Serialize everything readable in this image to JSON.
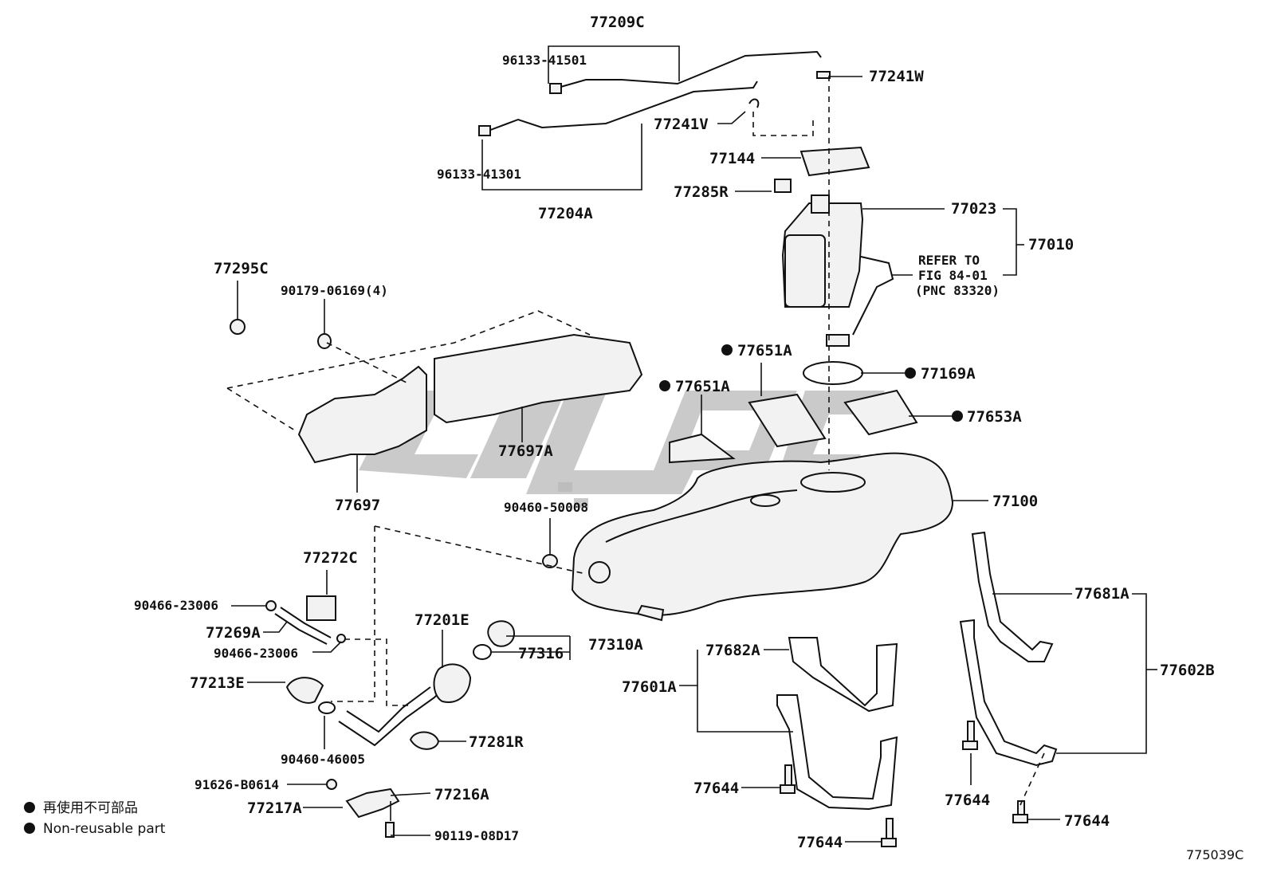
{
  "diagram": {
    "labels": {
      "l77209C": "77209C",
      "l96133_41501": "96133-41501",
      "l77241W": "77241W",
      "l77241V": "77241V",
      "l77144": "77144",
      "l96133_41301": "96133-41301",
      "l77285R": "77285R",
      "l77204A": "77204A",
      "l77023": "77023",
      "l77010": "77010",
      "refer1": "REFER TO",
      "refer2": "FIG 84-01",
      "refer3": "(PNC 83320)",
      "l77295C": "77295C",
      "l90179": "90179-06169(4)",
      "l77651A_1": "77651A",
      "l77169A": "77169A",
      "l77651A_2": "77651A",
      "l77653A": "77653A",
      "l77697A": "77697A",
      "l77697": "77697",
      "l90460_50008": "90460-50008",
      "l77100": "77100",
      "l77272C": "77272C",
      "l90466_a": "90466-23006",
      "l77269A": "77269A",
      "l90466_b": "90466-23006",
      "l77201E": "77201E",
      "l77316": "77316",
      "l77310A": "77310A",
      "l77681A": "77681A",
      "l77682A": "77682A",
      "l77213E": "77213E",
      "l77601A": "77601A",
      "l77602B": "77602B",
      "l90460_46005": "90460-46005",
      "l77281R": "77281R",
      "l91626": "91626-B0614",
      "l77644_a": "77644",
      "l77217A": "77217A",
      "l77216A": "77216A",
      "l77644_b": "77644",
      "l77644_c": "77644",
      "l90119": "90119-08D17",
      "l77644_d": "77644"
    },
    "legend": {
      "jp": "再使用不可部品",
      "en": "Non-reusable part"
    },
    "figure_id": "775039C"
  }
}
